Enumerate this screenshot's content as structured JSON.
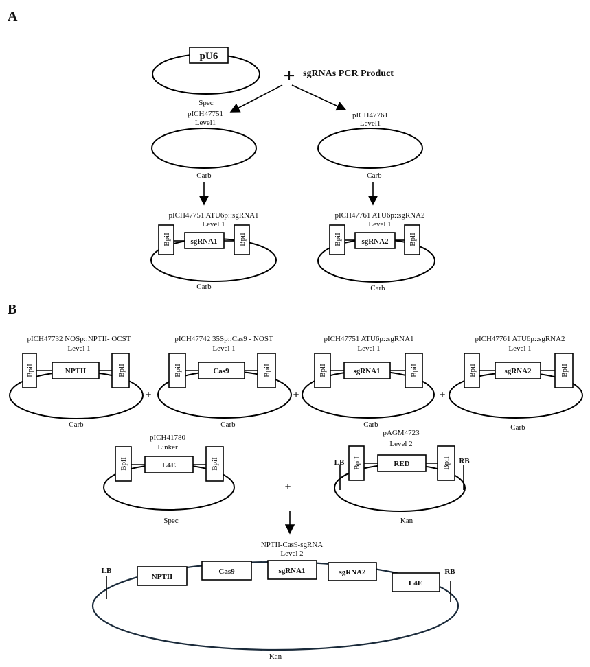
{
  "panel_a": {
    "label": "A",
    "pu6_label": "pU6",
    "plus": "+",
    "pcr_label": "sgRNAs PCR Product",
    "spec": "Spec",
    "left_vector": "pICH47751",
    "right_vector": "pICH47761",
    "level1": "Level1",
    "carb": "Carb",
    "left_result": "pICH47751 ATU6p::sgRNA1",
    "right_result": "pICH47761 ATU6p::sgRNA2",
    "level_1": "Level 1",
    "bpi": "BpiI",
    "sgrna1": "sgRNA1",
    "sgrna2": "sgRNA2"
  },
  "panel_b": {
    "label": "B",
    "v1_title": "pICH47732   NOSp::NPTII- OCST",
    "v2_title": "pICH47742 35Sp::Cas9   - NOST",
    "v3_title": "pICH47751 ATU6p::sgRNA1",
    "v4_title": "pICH47761 ATU6p::sgRNA2",
    "level_1": "Level 1",
    "nptii": "NPTII",
    "cas9": "Cas9",
    "sgrna1": "sgRNA1",
    "sgrna2": "sgRNA2",
    "bpi": "BpiI",
    "carb": "Carb",
    "plus": "+",
    "linker_title": "pICH41780",
    "linker_sub": "Linker",
    "l4e": "L4E",
    "spec": "Spec",
    "dest_title": "pAGM4723",
    "dest_sub": "Level 2",
    "lb": "LB",
    "rb": "RB",
    "red": "RED",
    "kan": "Kan",
    "final_title": "NPTII-Cas9-sgRNA",
    "final_sub": "Level 2"
  },
  "colors": {
    "ink": "#000000",
    "final_ring": "#1a2a3a"
  }
}
